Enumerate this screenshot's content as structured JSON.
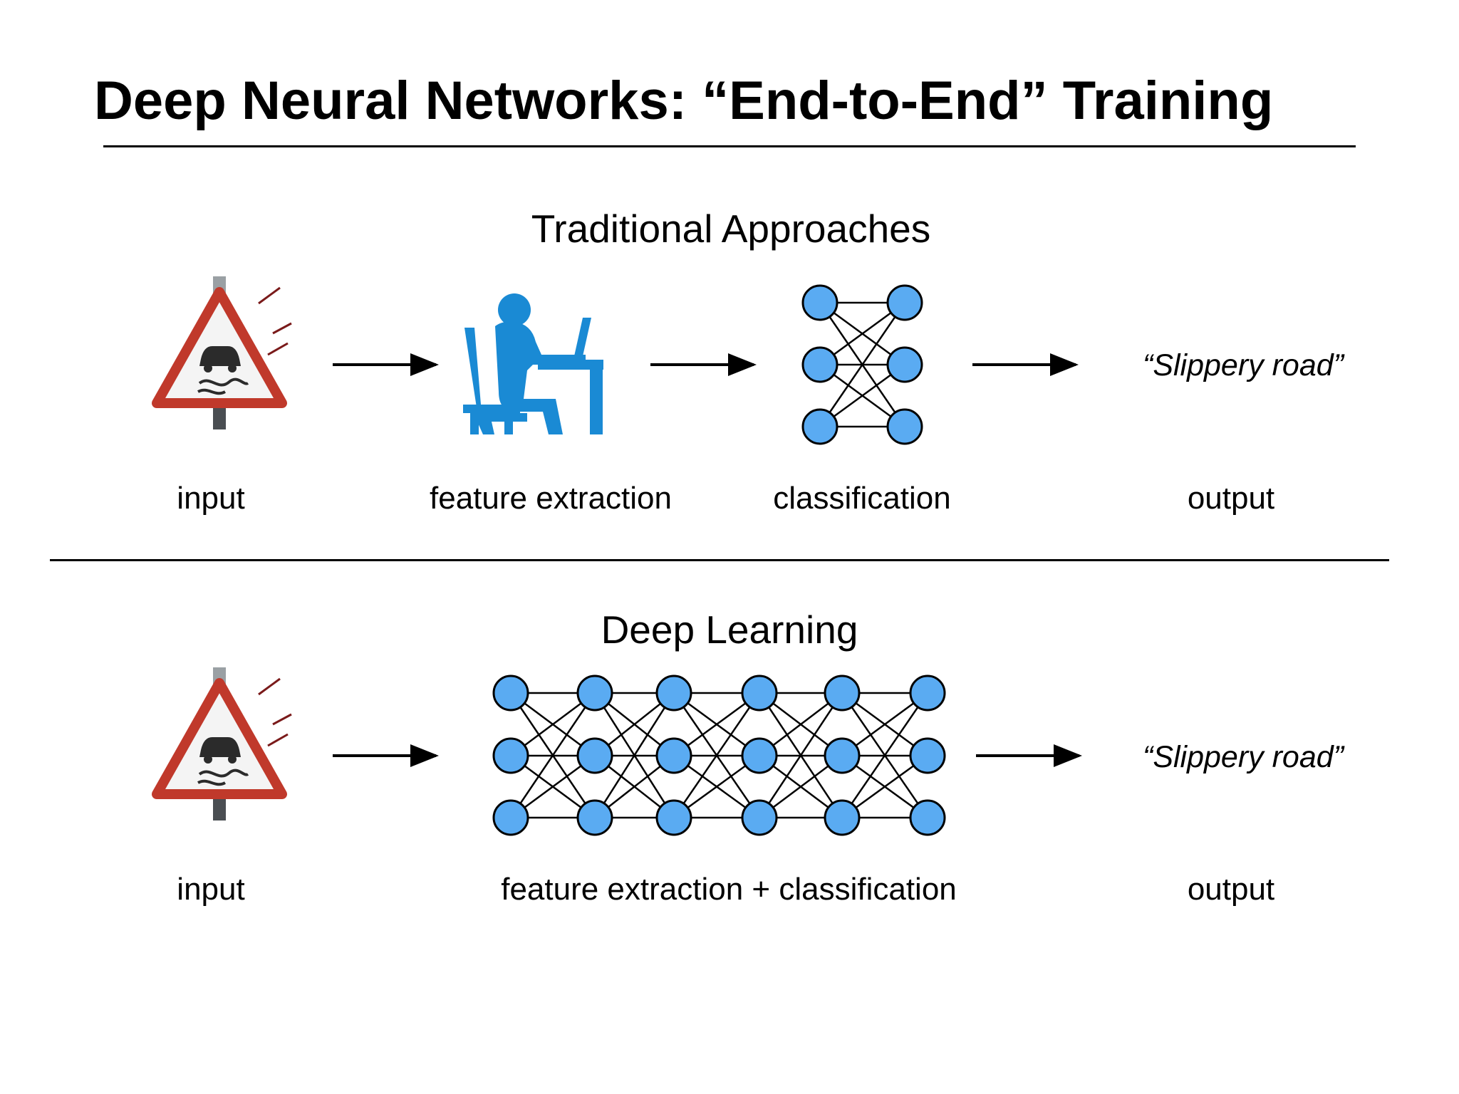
{
  "slide": {
    "title": "Deep Neural Networks: “End-to-End” Training",
    "traditional": {
      "heading": "Traditional Approaches",
      "labels": {
        "input": "input",
        "feature_extraction": "feature extraction",
        "classification": "classification",
        "output": "output"
      },
      "output_text": "“Slippery road”"
    },
    "deep": {
      "heading": "Deep Learning",
      "labels": {
        "input": "input",
        "combined": "feature extraction + classification",
        "output": "output"
      },
      "output_text": "“Slippery road”"
    }
  },
  "colors": {
    "node_fill": "#5aabf2",
    "worker_blue": "#1a8ad4",
    "sign_red": "#c0392b"
  },
  "icons": [
    "road-sign-icon",
    "person-at-desk-icon",
    "neural-network-icon",
    "arrow-right-icon"
  ]
}
